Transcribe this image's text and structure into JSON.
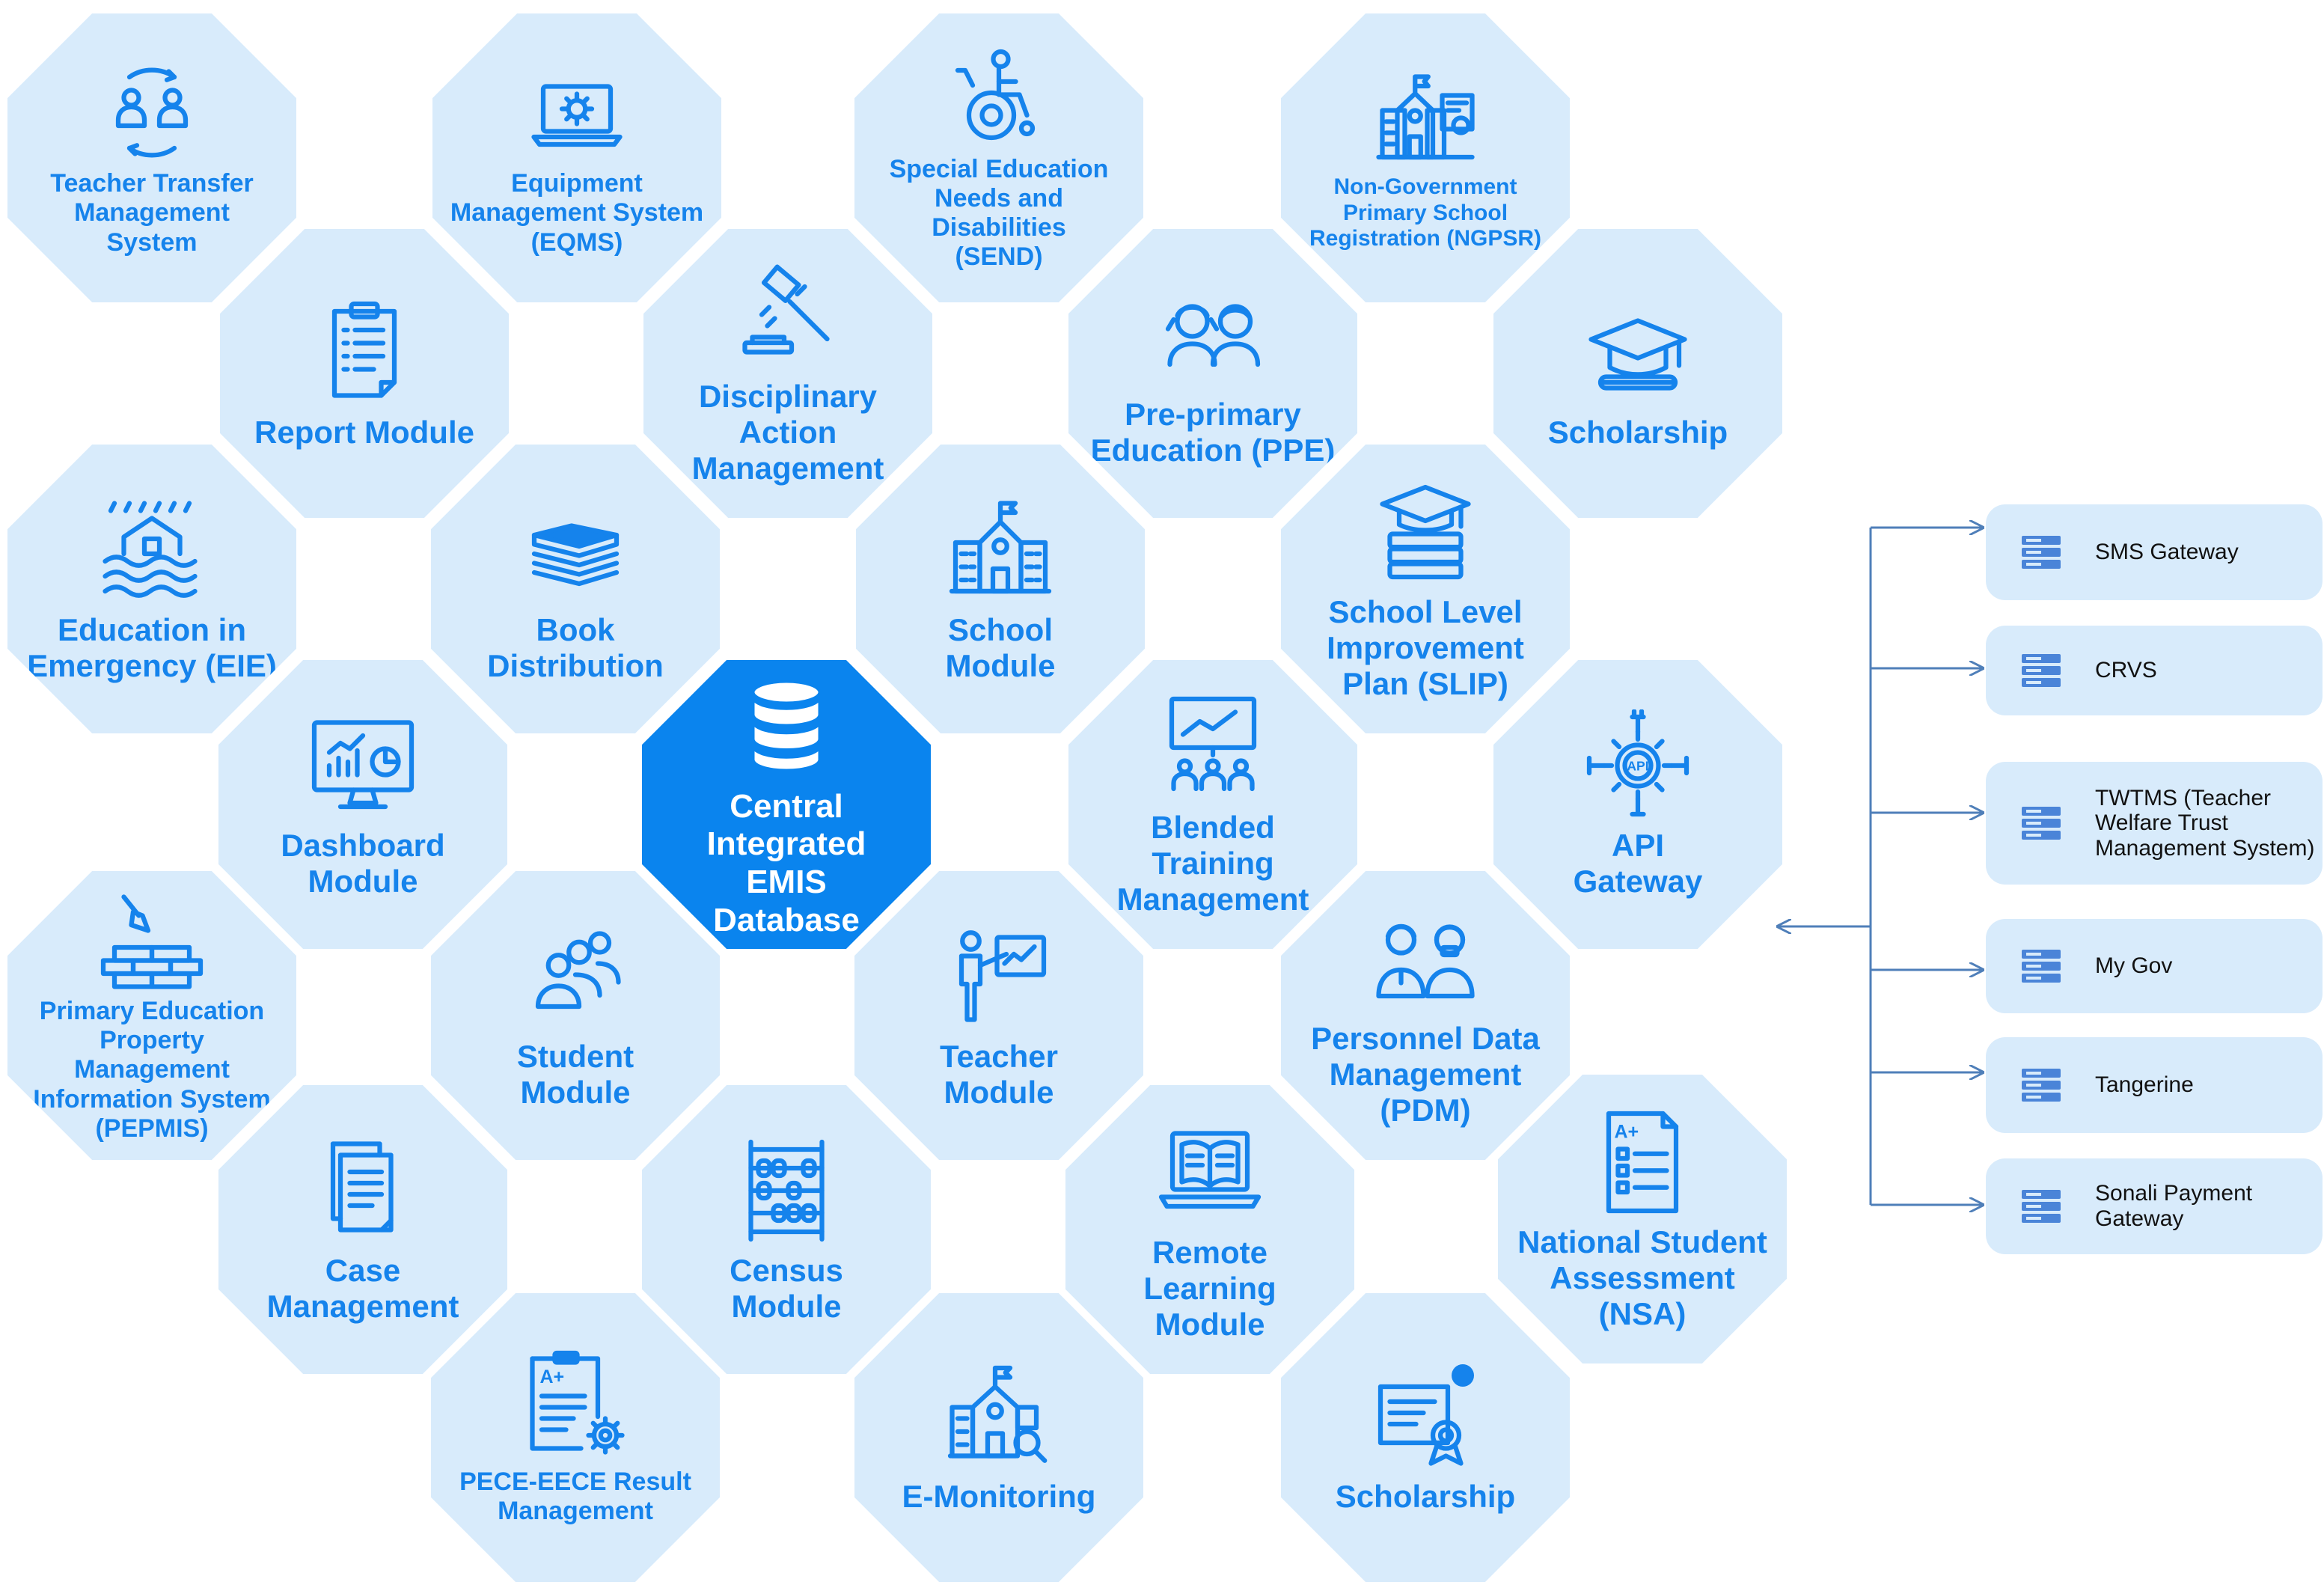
{
  "colors": {
    "hex_fill": "#d8ebfb",
    "center_fill": "#0a84ee",
    "label_blue": "#1583ec",
    "icon_blue": "#1583ec",
    "connector": "#4f7fb9"
  },
  "center": {
    "label": "Central\nIntegrated\nEMIS\nDatabase",
    "icon": "database-icon"
  },
  "modules": {
    "teacher_transfer": {
      "label": "Teacher Transfer\nManagement\nSystem",
      "icon": "transfer-people-icon"
    },
    "eqms": {
      "label": "Equipment\nManagement System\n(EQMS)",
      "icon": "laptop-gear-icon"
    },
    "send": {
      "label": "Special Education\nNeeds and Disabilities\n(SEND)",
      "icon": "wheelchair-icon"
    },
    "ngpsr": {
      "label": "Non-Government\nPrimary School\nRegistration (NGPSR)",
      "icon": "school-certificate-icon"
    },
    "report": {
      "label": "Report Module",
      "icon": "clipboard-icon"
    },
    "disciplinary": {
      "label": "Disciplinary\nAction\nManagement",
      "icon": "gavel-icon"
    },
    "ppe": {
      "label": "Pre-primary\nEducation (PPE)",
      "icon": "children-icon"
    },
    "scholarship_top": {
      "label": "Scholarship",
      "icon": "graduation-cap-icon"
    },
    "eie": {
      "label": "Education in\nEmergency (EIE)",
      "icon": "flooded-house-icon"
    },
    "book": {
      "label": "Book\nDistribution",
      "icon": "books-icon"
    },
    "school": {
      "label": "School\nModule",
      "icon": "school-icon"
    },
    "slip": {
      "label": "School Level\nImprovement\nPlan (SLIP)",
      "icon": "cap-on-books-icon"
    },
    "dashboard": {
      "label": "Dashboard\nModule",
      "icon": "monitor-chart-icon"
    },
    "blended": {
      "label": "Blended\nTraining\nManagement",
      "icon": "presentation-board-icon"
    },
    "api": {
      "label": "API\nGateway",
      "icon": "api-gear-icon"
    },
    "pepmis": {
      "label": "Primary Education\nProperty Management\nInformation System\n(PEPMIS)",
      "icon": "trowel-bricks-icon"
    },
    "student": {
      "label": "Student\nModule",
      "icon": "student-group-icon"
    },
    "teacher": {
      "label": "Teacher\nModule",
      "icon": "teacher-board-icon"
    },
    "pdm": {
      "label": "Personnel Data\nManagement\n(PDM)",
      "icon": "personnel-icon"
    },
    "case": {
      "label": "Case\nManagement",
      "icon": "documents-icon"
    },
    "census": {
      "label": "Census\nModule",
      "icon": "abacus-icon"
    },
    "remote": {
      "label": "Remote\nLearning\nModule",
      "icon": "laptop-book-icon"
    },
    "nsa": {
      "label": "National Student\nAssessment\n(NSA)",
      "icon": "test-sheet-icon"
    },
    "pece": {
      "label": "PECE-EECE Result\nManagement",
      "icon": "result-sheet-gear-icon"
    },
    "emonitoring": {
      "label": "E-Monitoring",
      "icon": "school-magnifier-icon"
    },
    "scholarship_bottom": {
      "label": "Scholarship",
      "icon": "certificate-award-icon"
    }
  },
  "external_systems": [
    {
      "label": "SMS Gateway",
      "icon": "server-icon"
    },
    {
      "label": "CRVS",
      "icon": "server-icon"
    },
    {
      "label": "TWTMS (Teacher\nWelfare Trust\nManagement System)",
      "icon": "server-icon"
    },
    {
      "label": "My Gov",
      "icon": "server-icon"
    },
    {
      "label": "Tangerine",
      "icon": "server-icon"
    },
    {
      "label": "Sonali Payment\nGateway",
      "icon": "server-icon"
    }
  ]
}
